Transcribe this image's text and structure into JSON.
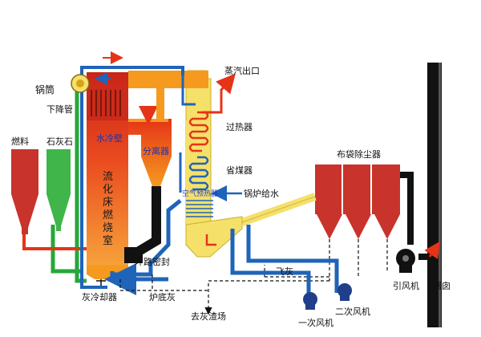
{
  "labels": {
    "drum": "锅筒",
    "downcomer": "下降管",
    "fuel": "燃料",
    "limestone": "石灰石",
    "water_wall": "水冷壁",
    "separator": "分离器",
    "furnace_chars": [
      "流",
      "化",
      "床",
      "燃",
      "烧",
      "室"
    ],
    "steam_outlet": "蒸汽出口",
    "superheater": "过热器",
    "economizer": "省煤器",
    "feedwater": "锅炉给水",
    "air_preheater": "空气预热器",
    "bag_filter": "布袋除尘器",
    "loop_seal": "环路密封",
    "fly_ash": "飞灰",
    "ash_cooler": "灰冷却器",
    "bottom_ash": "炉底灰",
    "to_ash_yard": "去灰渣场",
    "secondary_fan": "二次风机",
    "primary_fan": "一次风机",
    "id_fan": "引风机",
    "chimney": "烟囱"
  },
  "colors": {
    "red": "#e53418",
    "orange": "#f59a1f",
    "yellow": "#f5e06a",
    "blue": "#1f64b8",
    "green": "#27a838",
    "fuel_bin": "#c8332b",
    "lime_bin": "#3fb54a",
    "black": "#111111"
  }
}
